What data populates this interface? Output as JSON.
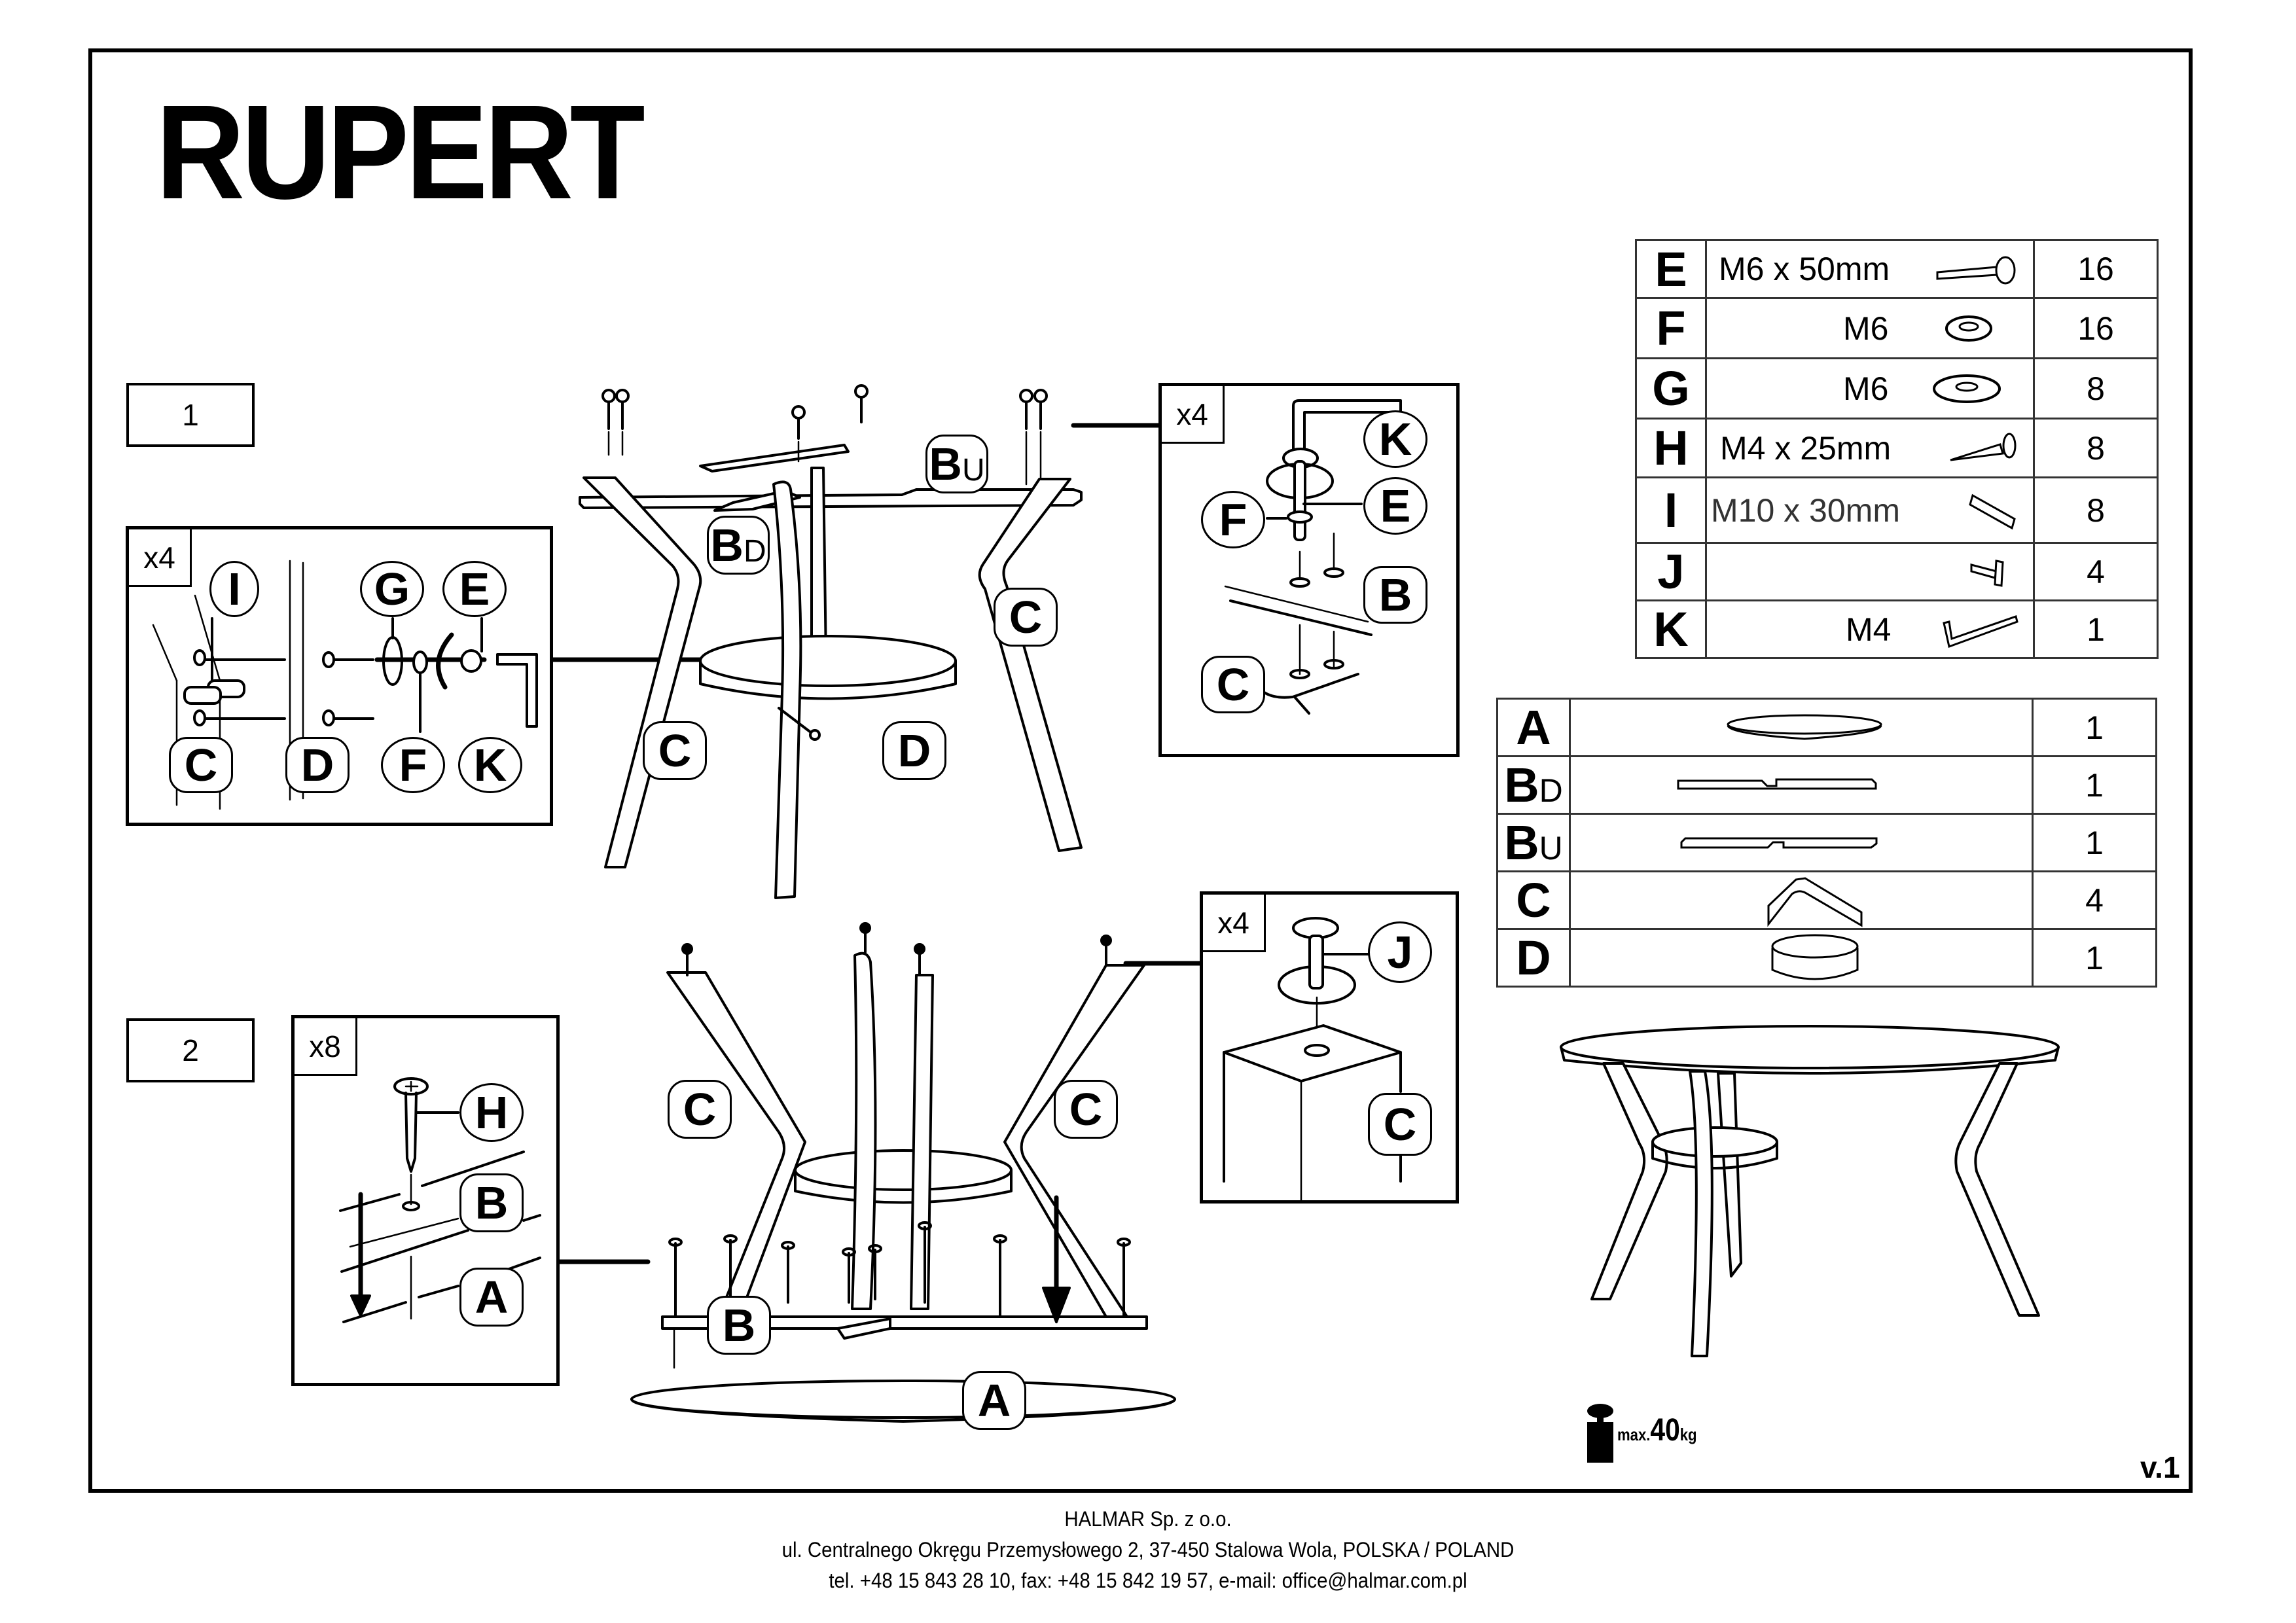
{
  "document": {
    "title": "RUPERT",
    "version": "v.1",
    "max_load": {
      "prefix": "max.",
      "value": "40",
      "unit": "kg"
    }
  },
  "steps": [
    {
      "number": "1",
      "detail_multipliers": [
        "x4",
        "x4"
      ]
    },
    {
      "number": "2",
      "detail_multipliers": [
        "x8",
        "x4"
      ]
    }
  ],
  "labels": {
    "A": "A",
    "B": "B",
    "BD_main": "B",
    "BD_sub": "D",
    "BU_main": "B",
    "BU_sub": "U",
    "C": "C",
    "D": "D",
    "E": "E",
    "F": "F",
    "G": "G",
    "H": "H",
    "I": "I",
    "J": "J",
    "K": "K"
  },
  "hardware_table": [
    {
      "letter": "E",
      "spec": "M6 x 50mm",
      "icon": "bolt-icon",
      "qty": "16"
    },
    {
      "letter": "F",
      "spec": "M6",
      "icon": "spring-washer-icon",
      "qty": "16"
    },
    {
      "letter": "G",
      "spec": "M6",
      "icon": "flat-washer-icon",
      "qty": "8"
    },
    {
      "letter": "H",
      "spec": "M4 x 25mm",
      "icon": "wood-screw-icon",
      "qty": "8"
    },
    {
      "letter": "I",
      "spec": "M10 x 30mm",
      "icon": "barrel-nut-icon",
      "qty": "8"
    },
    {
      "letter": "J",
      "spec": "",
      "icon": "glide-screw-icon",
      "qty": "4"
    },
    {
      "letter": "K",
      "spec": "M4",
      "icon": "allen-key-icon",
      "qty": "1"
    }
  ],
  "parts_table": [
    {
      "letter": "A",
      "sub": "",
      "icon": "table-top-icon",
      "qty": "1"
    },
    {
      "letter": "B",
      "sub": "D",
      "icon": "lower-crossbar-icon",
      "qty": "1"
    },
    {
      "letter": "B",
      "sub": "U",
      "icon": "upper-crossbar-icon",
      "qty": "1"
    },
    {
      "letter": "C",
      "sub": "",
      "icon": "leg-icon",
      "qty": "4"
    },
    {
      "letter": "D",
      "sub": "",
      "icon": "shelf-ring-icon",
      "qty": "1"
    }
  ],
  "footer": {
    "company": "HALMAR Sp. z o.o.",
    "address": "ul. Centralnego Okręgu Przemysłowego 2, 37-450 Stalowa Wola, POLSKA / POLAND",
    "contact": "tel. +48 15 843 28 10, fax: +48 15 842 19 57, e-mail: office@halmar.com.pl"
  }
}
